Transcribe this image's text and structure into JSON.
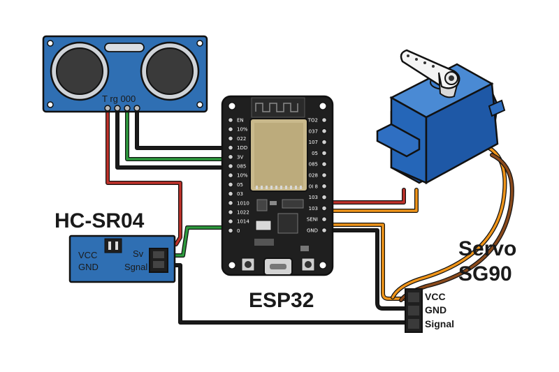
{
  "labels": {
    "sensor_name": "HC-SR04",
    "board_name": "ESP32",
    "servo_line1": "Servo",
    "servo_line2": "SG90"
  },
  "sensor_pins": "T rg 000",
  "adapter": {
    "left": [
      "VCC",
      "GND"
    ],
    "right": [
      "Sv",
      "Sgnal"
    ]
  },
  "servo_connector": [
    "VCC",
    "GND",
    "Signal"
  ],
  "esp32_left_pins": [
    "EN",
    "10%",
    "022",
    "1DD",
    "3V",
    "085",
    "10%",
    "05",
    "03",
    "1010",
    "1022",
    "1014",
    "0"
  ],
  "esp32_right_pins": [
    "TO2",
    "037",
    "107",
    "05",
    "085",
    "028",
    "0I 8",
    "103",
    "103",
    "SENI",
    "GND"
  ],
  "colors": {
    "pcb_blue": "#2f6fb3",
    "board_black": "#1f1f1f",
    "servo_blue": "#2566b8",
    "wire_red": "#c0322b",
    "wire_green": "#2e9a3e",
    "wire_black": "#1a1a1a",
    "wire_orange": "#f0951a",
    "wire_brown": "#8a4a1c"
  }
}
